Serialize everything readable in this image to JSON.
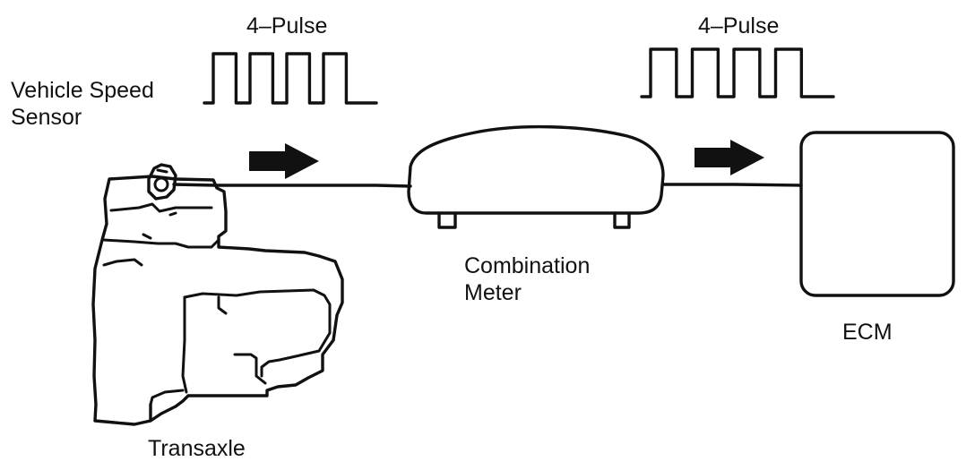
{
  "labels": {
    "pulse_left": "4–Pulse",
    "pulse_right": "4–Pulse",
    "sensor_line1": "Vehicle Speed",
    "sensor_line2": "Sensor",
    "meter_line1": "Combination",
    "meter_line2": "Meter",
    "ecm": "ECM",
    "transaxle": "Transaxle"
  },
  "signal": {
    "pulses_per_waveform": 4
  },
  "components": [
    {
      "id": "transaxle",
      "icon": "transaxle-drawing"
    },
    {
      "id": "vehicle-speed-sensor",
      "icon": "sensor-drawing"
    },
    {
      "id": "combination-meter",
      "icon": "meter-housing-drawing"
    },
    {
      "id": "ecm",
      "icon": "rounded-box"
    }
  ],
  "flow": [
    "vehicle-speed-sensor",
    "combination-meter",
    "ecm"
  ],
  "colors": {
    "ink": "#111111",
    "background": "#ffffff"
  }
}
